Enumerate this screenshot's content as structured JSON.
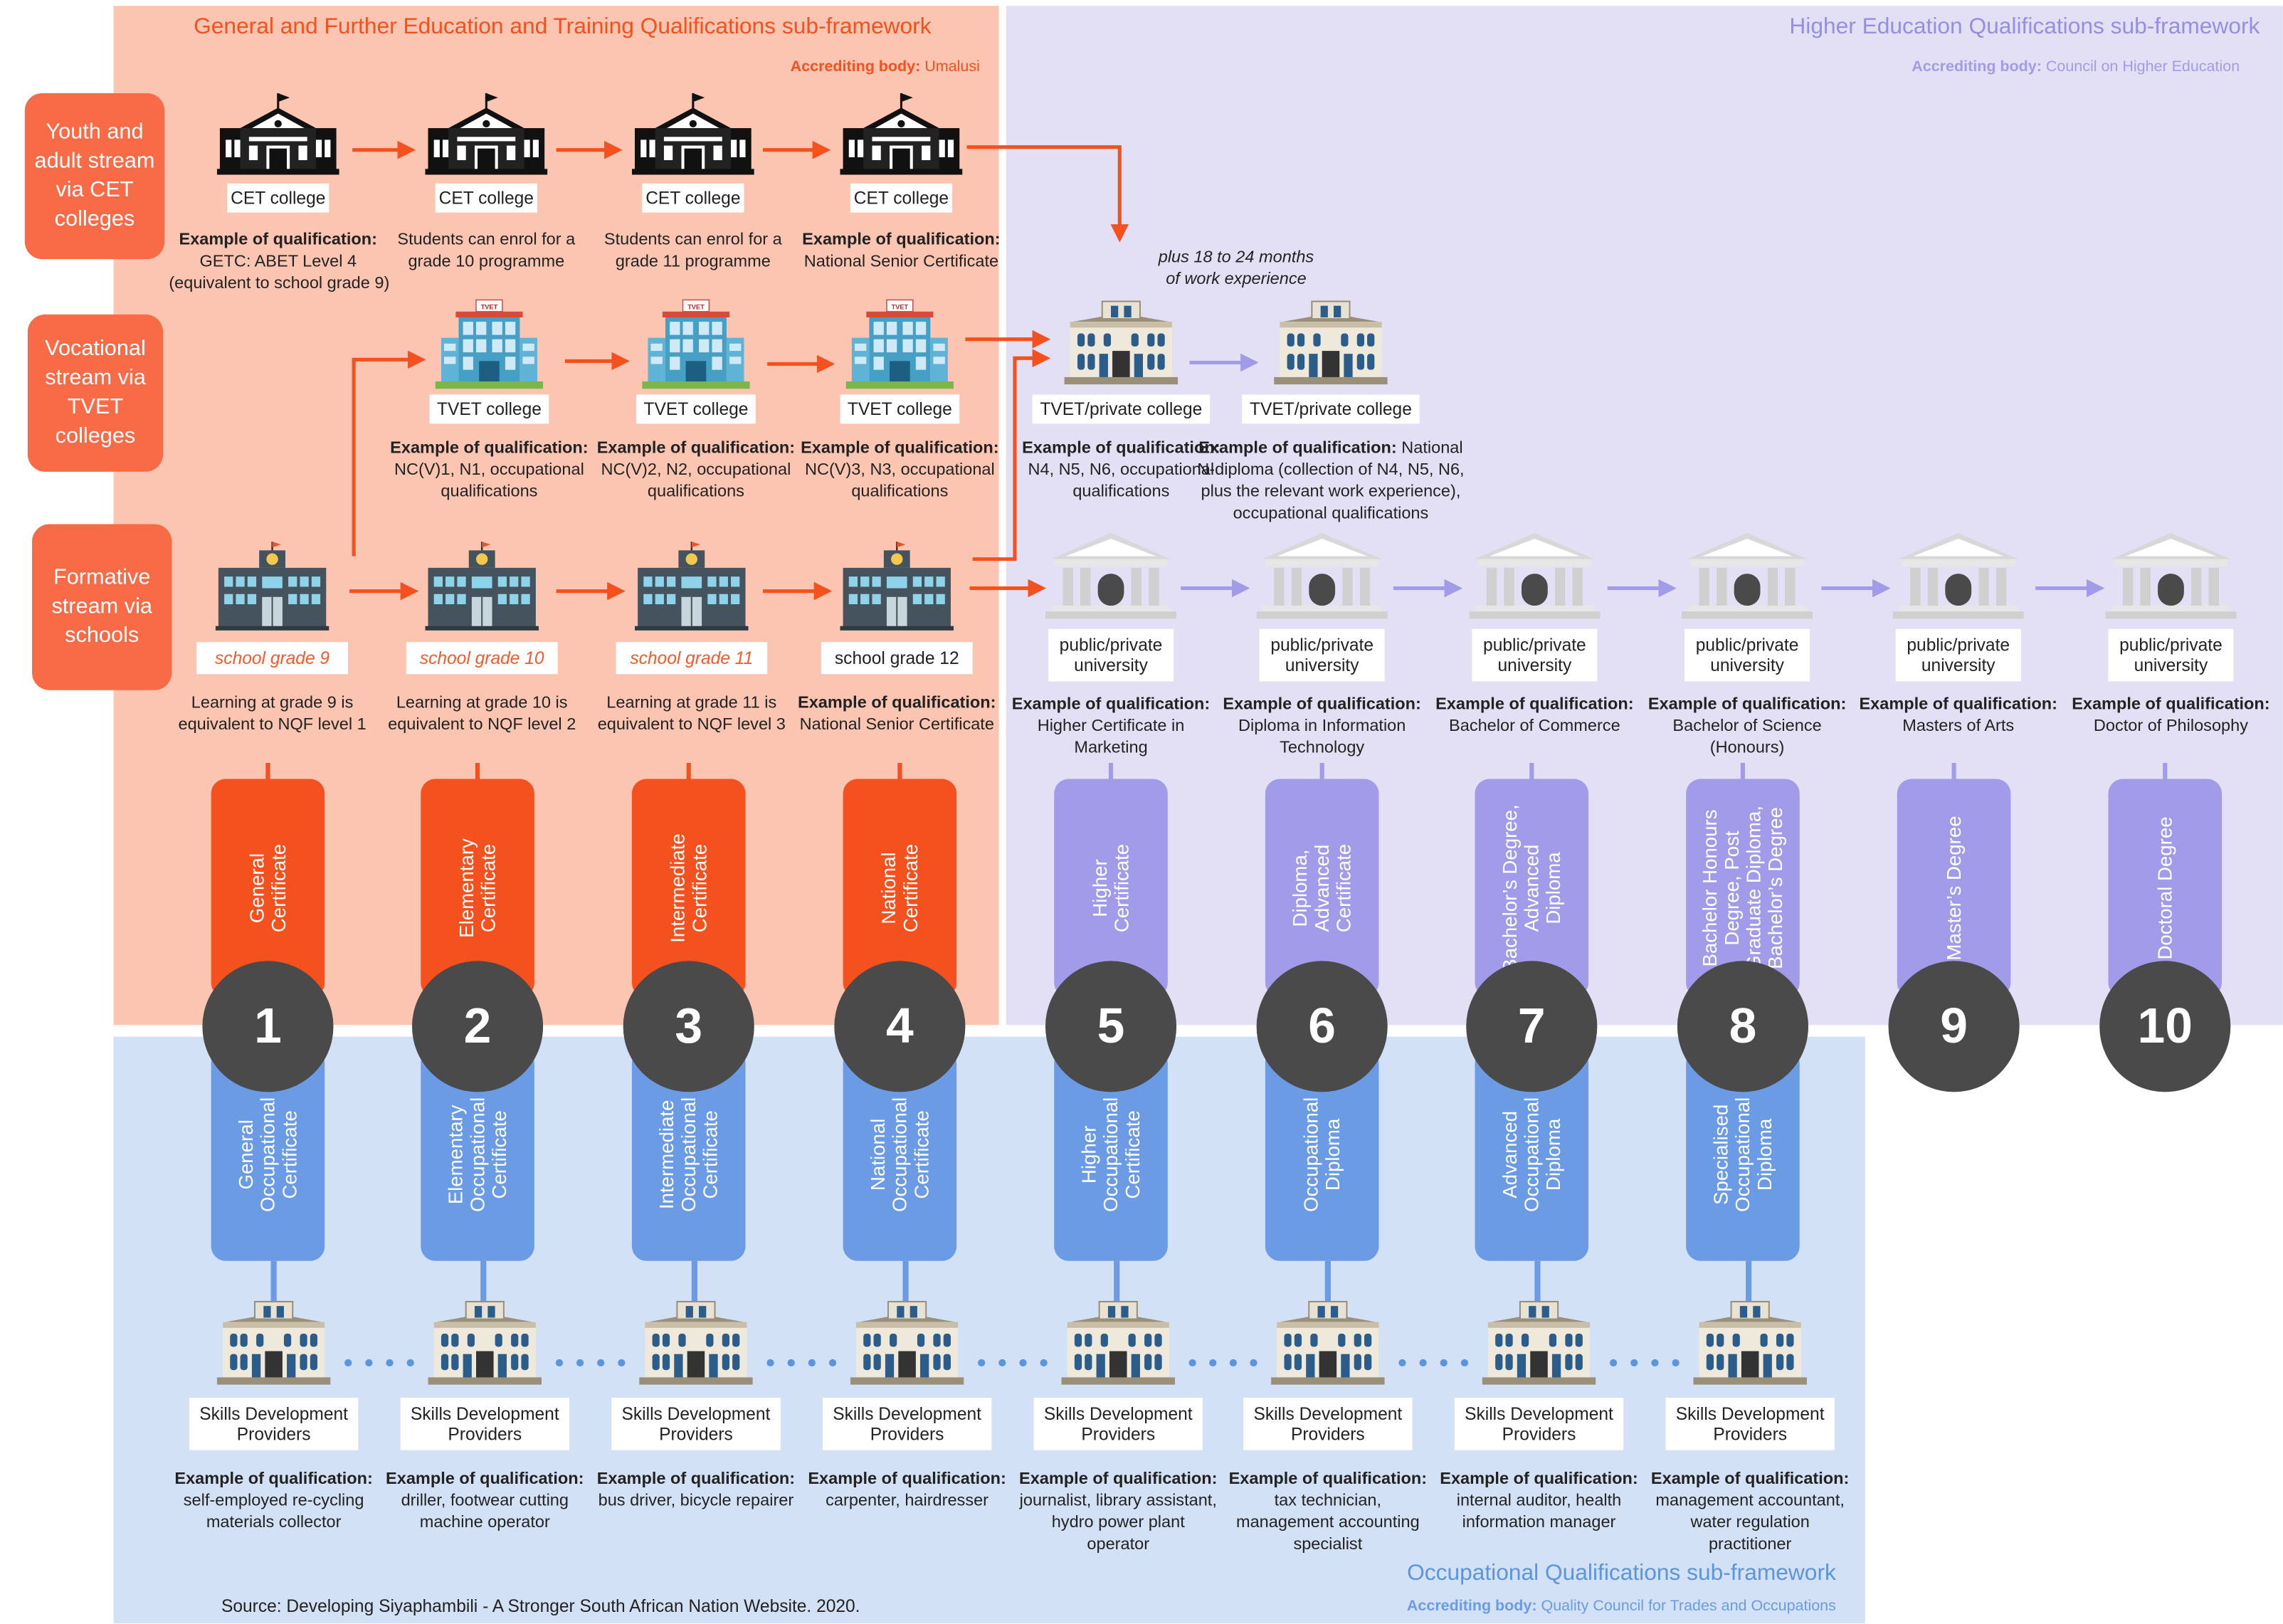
{
  "colors": {
    "gfet_bg": "#fbc5b1",
    "he_bg": "#e3e0f5",
    "oq_bg": "#d3e1f6",
    "orange": "#f4511e",
    "stream_orange": "#f96b47",
    "purple_pill": "#a29bea",
    "blue_pill": "#6a9be4",
    "dark_circle": "#4a4a4a",
    "arrow_purple": "#a29bea",
    "dot_blue": "#5a95e0"
  },
  "frameworks": {
    "gfet": {
      "title": "General and Further Education and Training Qualifications sub-framework",
      "acc_label": "Accrediting body:",
      "acc_value": "Umalusi"
    },
    "he": {
      "title": "Higher Education Qualifications sub-framework",
      "acc_label": "Accrediting body:",
      "acc_value": "Council on Higher Education"
    },
    "oq": {
      "title": "Occupational Qualifications sub-framework",
      "acc_label": "Accrediting body:",
      "acc_value": "Quality Council for Trades and Occupations"
    }
  },
  "streams": [
    {
      "label": "Youth and adult stream via CET colleges"
    },
    {
      "label": "Vocational stream via TVET colleges"
    },
    {
      "label": "Formative stream via schools"
    }
  ],
  "cet_row": [
    {
      "label": "CET college",
      "heading": "Example of qualification:",
      "lines": [
        "GETC: ABET Level 4",
        "(equivalent to school grade 9)"
      ]
    },
    {
      "label": "CET college",
      "heading": "",
      "lines": [
        "Students can enrol for a",
        "grade 10 programme"
      ]
    },
    {
      "label": "CET college",
      "heading": "",
      "lines": [
        "Students can enrol for a",
        "grade 11 programme"
      ]
    },
    {
      "label": "CET college",
      "heading": "Example of qualification:",
      "lines": [
        "National Senior Certificate"
      ]
    }
  ],
  "work_experience_note": [
    "plus 18 to 24 months",
    "of work experience"
  ],
  "tvet_row": [
    {
      "label": "TVET college",
      "heading": "Example of qualification:",
      "lines": [
        "NC(V)1, N1, occupational",
        "qualifications"
      ]
    },
    {
      "label": "TVET college",
      "heading": "Example of qualification:",
      "lines": [
        "NC(V)2, N2, occupational",
        "qualifications"
      ]
    },
    {
      "label": "TVET college",
      "heading": "Example of qualification:",
      "lines": [
        "NC(V)3, N3, occupational",
        "qualifications"
      ]
    },
    {
      "label": "TVET/private college",
      "heading": "Example of qualification:",
      "lines": [
        "N4, N5, N6, occupational",
        "qualifications"
      ]
    },
    {
      "label": "TVET/private college",
      "heading": "Example of qualification:",
      "heading_rest": "National",
      "lines": [
        "N-diploma (collection of N4, N5, N6,",
        "plus the relevant work experience),",
        "occupational qualifications"
      ]
    }
  ],
  "school_row": [
    {
      "label": "school grade 9",
      "italic": true,
      "heading": "",
      "lines": [
        "Learning at grade 9 is",
        "equivalent to NQF level 1"
      ]
    },
    {
      "label": "school grade 10",
      "italic": true,
      "heading": "",
      "lines": [
        "Learning at grade 10 is",
        "equivalent to NQF level 2"
      ]
    },
    {
      "label": "school grade 11",
      "italic": true,
      "heading": "",
      "lines": [
        "Learning at grade 11 is",
        "equivalent to NQF level 3"
      ]
    },
    {
      "label": "school grade 12",
      "italic": false,
      "heading": "Example of qualification:",
      "lines": [
        "National Senior Certificate"
      ]
    }
  ],
  "university_row": [
    {
      "label": "public/private university",
      "heading": "Example of qualification:",
      "lines": [
        "Higher Certificate in",
        "Marketing"
      ]
    },
    {
      "label": "public/private university",
      "heading": "Example of qualification:",
      "lines": [
        "Diploma in Information",
        "Technology"
      ]
    },
    {
      "label": "public/private university",
      "heading": "Example of qualification:",
      "lines": [
        "Bachelor of Commerce"
      ]
    },
    {
      "label": "public/private university",
      "heading": "Example of qualification:",
      "lines": [
        "Bachelor of Science",
        "(Honours)"
      ]
    },
    {
      "label": "public/private university",
      "heading": "Example of qualification:",
      "lines": [
        "Masters of Arts"
      ]
    },
    {
      "label": "public/private university",
      "heading": "Example of qualification:",
      "lines": [
        "Doctor of Philosophy"
      ]
    }
  ],
  "nqf_levels": [
    {
      "level": "1",
      "top": [
        "General",
        "Certificate"
      ],
      "bottom": [
        "General",
        "Occupational",
        "Certificate"
      ]
    },
    {
      "level": "2",
      "top": [
        "Elementary",
        "Certificate"
      ],
      "bottom": [
        "Elementary",
        "Occupational",
        "Certificate"
      ]
    },
    {
      "level": "3",
      "top": [
        "Intermediate",
        "Certificate"
      ],
      "bottom": [
        "Intermediate",
        "Occupational",
        "Certificate"
      ]
    },
    {
      "level": "4",
      "top": [
        "National",
        "Certificate"
      ],
      "bottom": [
        "National",
        "Occupational",
        "Certificate"
      ]
    },
    {
      "level": "5",
      "top": [
        "Higher",
        "Certificate"
      ],
      "bottom": [
        "Higher",
        "Occupational",
        "Certificate"
      ]
    },
    {
      "level": "6",
      "top": [
        "Diploma,",
        "Advanced",
        "Certificate"
      ],
      "bottom": [
        "Occupational",
        "Diploma"
      ]
    },
    {
      "level": "7",
      "top": [
        "Bachelor’s Degree,",
        "Advanced",
        "Diploma"
      ],
      "bottom": [
        "Advanced",
        "Occupational",
        "Diploma"
      ]
    },
    {
      "level": "8",
      "top": [
        "Bachelor Honours",
        "Degree, Post",
        "Graduate Diploma,",
        "Bachelor’s Degree"
      ],
      "bottom": [
        "Specialised",
        "Occupational",
        "Diploma"
      ]
    },
    {
      "level": "9",
      "top": [
        "Master’s Degree"
      ],
      "bottom": []
    },
    {
      "level": "10",
      "top": [
        "Doctoral Degree"
      ],
      "bottom": []
    }
  ],
  "providers": [
    {
      "label": "Skills Development Providers",
      "heading": "Example of qualification:",
      "lines": [
        "self-employed re-cycling",
        "materials collector"
      ]
    },
    {
      "label": "Skills Development Providers",
      "heading": "Example of qualification:",
      "lines": [
        "driller, footwear cutting",
        "machine operator"
      ]
    },
    {
      "label": "Skills Development Providers",
      "heading": "Example of qualification:",
      "lines": [
        "bus driver, bicycle repairer"
      ]
    },
    {
      "label": "Skills Development Providers",
      "heading": "Example of qualification:",
      "lines": [
        "carpenter, hairdresser"
      ]
    },
    {
      "label": "Skills Development Providers",
      "heading": "Example of qualification:",
      "lines": [
        "journalist, library assistant,",
        "hydro power plant",
        "operator"
      ]
    },
    {
      "label": "Skills Development Providers",
      "heading": "Example of qualification:",
      "lines": [
        "tax technician,",
        "management accounting",
        "specialist"
      ]
    },
    {
      "label": "Skills Development Providers",
      "heading": "Example of qualification:",
      "lines": [
        "internal auditor, health",
        "information manager"
      ]
    },
    {
      "label": "Skills Development Providers",
      "heading": "Example of qualification:",
      "lines": [
        "management accountant,",
        "water regulation",
        "practitioner"
      ]
    }
  ],
  "source": "Source: Developing Siyaphambili - A Stronger South African Nation Website. 2020.",
  "icons": {
    "cet": "school-building-flag-icon",
    "tvet": "tvet-college-building-icon",
    "school": "school-building-icon",
    "college": "college-building-icon",
    "university": "university-building-icon",
    "provider": "skills-provider-building-icon"
  }
}
